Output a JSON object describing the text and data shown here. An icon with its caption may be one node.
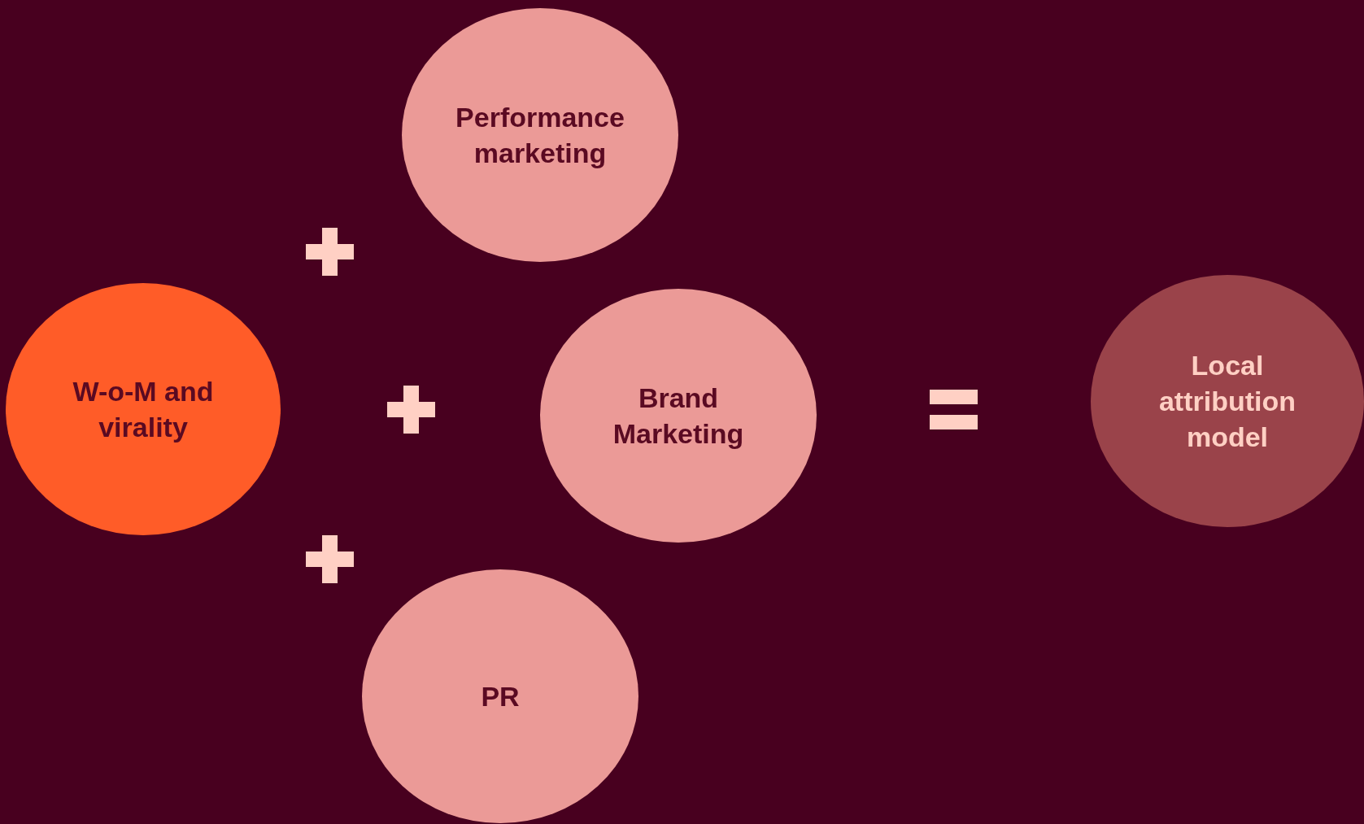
{
  "diagram": {
    "nodes": [
      {
        "text": [
          "Performance marketing"
        ]
      },
      {
        "text": [
          "W-o-M and virality"
        ]
      },
      {
        "text": [
          "Brand Marketing"
        ]
      },
      {
        "text": [
          "Local attribution model"
        ]
      },
      {
        "text": [
          "PR"
        ]
      }
    ]
  }
}
